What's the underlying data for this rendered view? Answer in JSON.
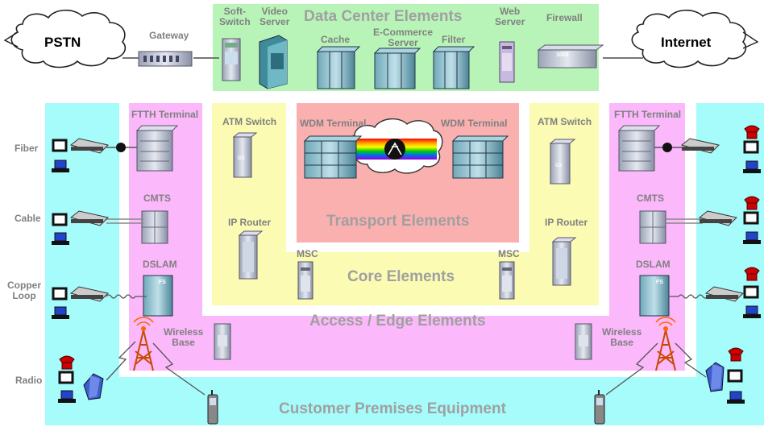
{
  "regions": {
    "data_center": "Data Center Elements",
    "transport": "Transport Elements",
    "core": "Core Elements",
    "access_edge": "Access / Edge Elements",
    "customer_premises": "Customer Premises Equipment"
  },
  "clouds": {
    "pstn": "PSTN",
    "internet": "Internet"
  },
  "data_center_labels": {
    "gateway": "Gateway",
    "soft_switch": "Soft-\nSwitch",
    "video_server": "Video\nServer",
    "cache": "Cache",
    "ecommerce_server": "E-Commerce\nServer",
    "filter": "Filter",
    "web_server": "Web\nServer",
    "firewall": "Firewall"
  },
  "core_labels": {
    "atm_switch_left": "ATM Switch",
    "atm_switch_right": "ATM Switch",
    "ip_router_left": "IP Router",
    "ip_router_right": "IP Router",
    "msc_left": "MSC",
    "msc_right": "MSC",
    "wdm_terminal_left": "WDM Terminal",
    "wdm_terminal_right": "WDM Terminal"
  },
  "access_labels": {
    "ftth_terminal_left": "FTTH Terminal",
    "ftth_terminal_right": "FTTH Terminal",
    "cmts_left": "CMTS",
    "cmts_right": "CMTS",
    "dslam_left": "DSLAM",
    "dslam_right": "DSLAM",
    "wireless_base_left": "Wireless\nBase",
    "wireless_base_right": "Wireless\nBase"
  },
  "line_labels": {
    "fiber": "Fiber",
    "cable": "Cable",
    "copper_loop": "Copper\nLoop",
    "radio": "Radio"
  },
  "device_tags": {
    "gx_left": "GX",
    "gx_right": "GX",
    "fs_left": "FS",
    "fs_right": "FS",
    "firewall_model": "1000"
  },
  "colors": {
    "customer_premises": "#a6fbfb",
    "access_edge": "#fbb8fb",
    "core": "#fbfbb4",
    "transport": "#fbb0b0",
    "data_center": "#b8f4b8"
  }
}
